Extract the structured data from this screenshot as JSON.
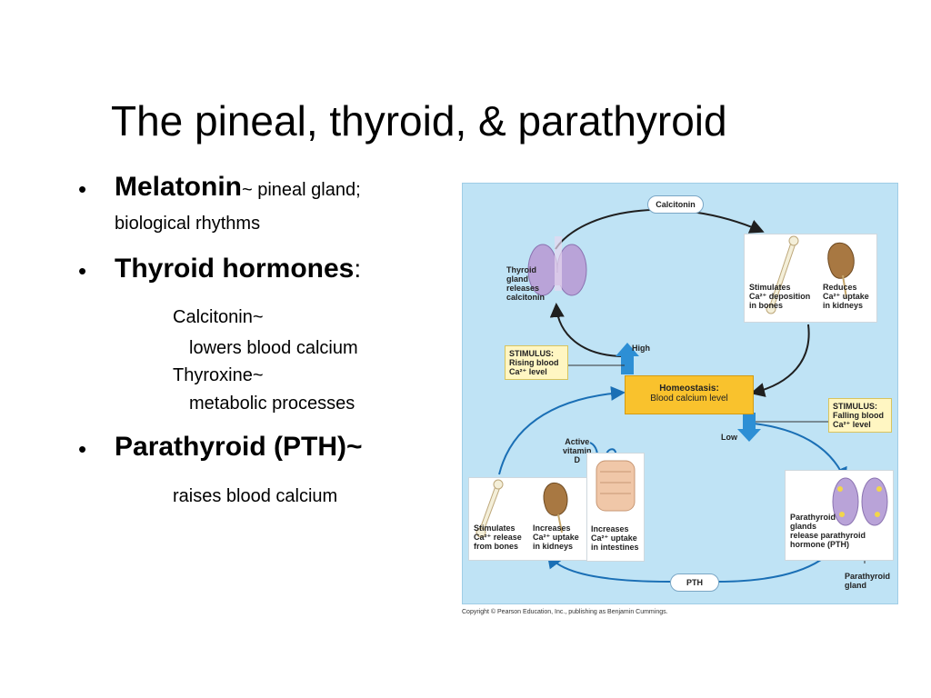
{
  "slide": {
    "title": "The pineal, thyroid, & parathyroid",
    "bullets": [
      {
        "bold": "Melatonin",
        "after": "~ pineal gland;",
        "line2": "biological rhythms"
      },
      {
        "bold": "Thyroid hormones",
        "after": ":"
      },
      {
        "bold": "Parathyroid (PTH)~"
      }
    ],
    "sub_lines": {
      "calcitonin": "Calcitonin~",
      "calcitonin_desc": "lowers blood calcium",
      "thyroxine": "Thyroxine~",
      "thyroxine_desc": "metabolic processes",
      "pth_desc": "raises blood calcium"
    }
  },
  "figure": {
    "calcitonin_pill": "Calcitonin",
    "pth_pill": "PTH",
    "thyroid_label": [
      "Thyroid",
      "gland",
      "releases",
      "calcitonin"
    ],
    "stim_bones": [
      "Stimulates",
      "Ca²⁺ deposition",
      "in bones"
    ],
    "reduce_kidney": [
      "Reduces",
      "Ca²⁺ uptake",
      "in kidneys"
    ],
    "stimulus_high": [
      "STIMULUS:",
      "Rising blood",
      "Ca²⁺ level"
    ],
    "high": "High",
    "homeostasis": [
      "Homeostasis:",
      "Blood calcium level"
    ],
    "stimulus_low": [
      "STIMULUS:",
      "Falling blood",
      "Ca²⁺ level"
    ],
    "low": "Low",
    "vitamin_d": [
      "Active",
      "vitamin",
      "D"
    ],
    "release_bones": [
      "Stimulates",
      "Ca²⁺ release",
      "from bones"
    ],
    "increase_kidney": [
      "Increases",
      "Ca²⁺ uptake",
      "in kidneys"
    ],
    "increase_intestine": [
      "Increases",
      "Ca²⁺ uptake",
      "in intestines"
    ],
    "parathyroid_release": [
      "Parathyroid",
      "glands",
      "release parathyroid",
      "hormone (PTH)"
    ],
    "parathyroid_gland": [
      "Parathyroid",
      "gland"
    ],
    "copyright": "Copyright © Pearson Education, Inc., publishing as Benjamin Cummings.",
    "colors": {
      "background": "#bfe3f5",
      "arrow_dark": "#1f1f1f",
      "arrow_blue": "#1a6fb5",
      "homeostasis": "#f9c22d",
      "stimulus": "#fff6c2"
    }
  }
}
